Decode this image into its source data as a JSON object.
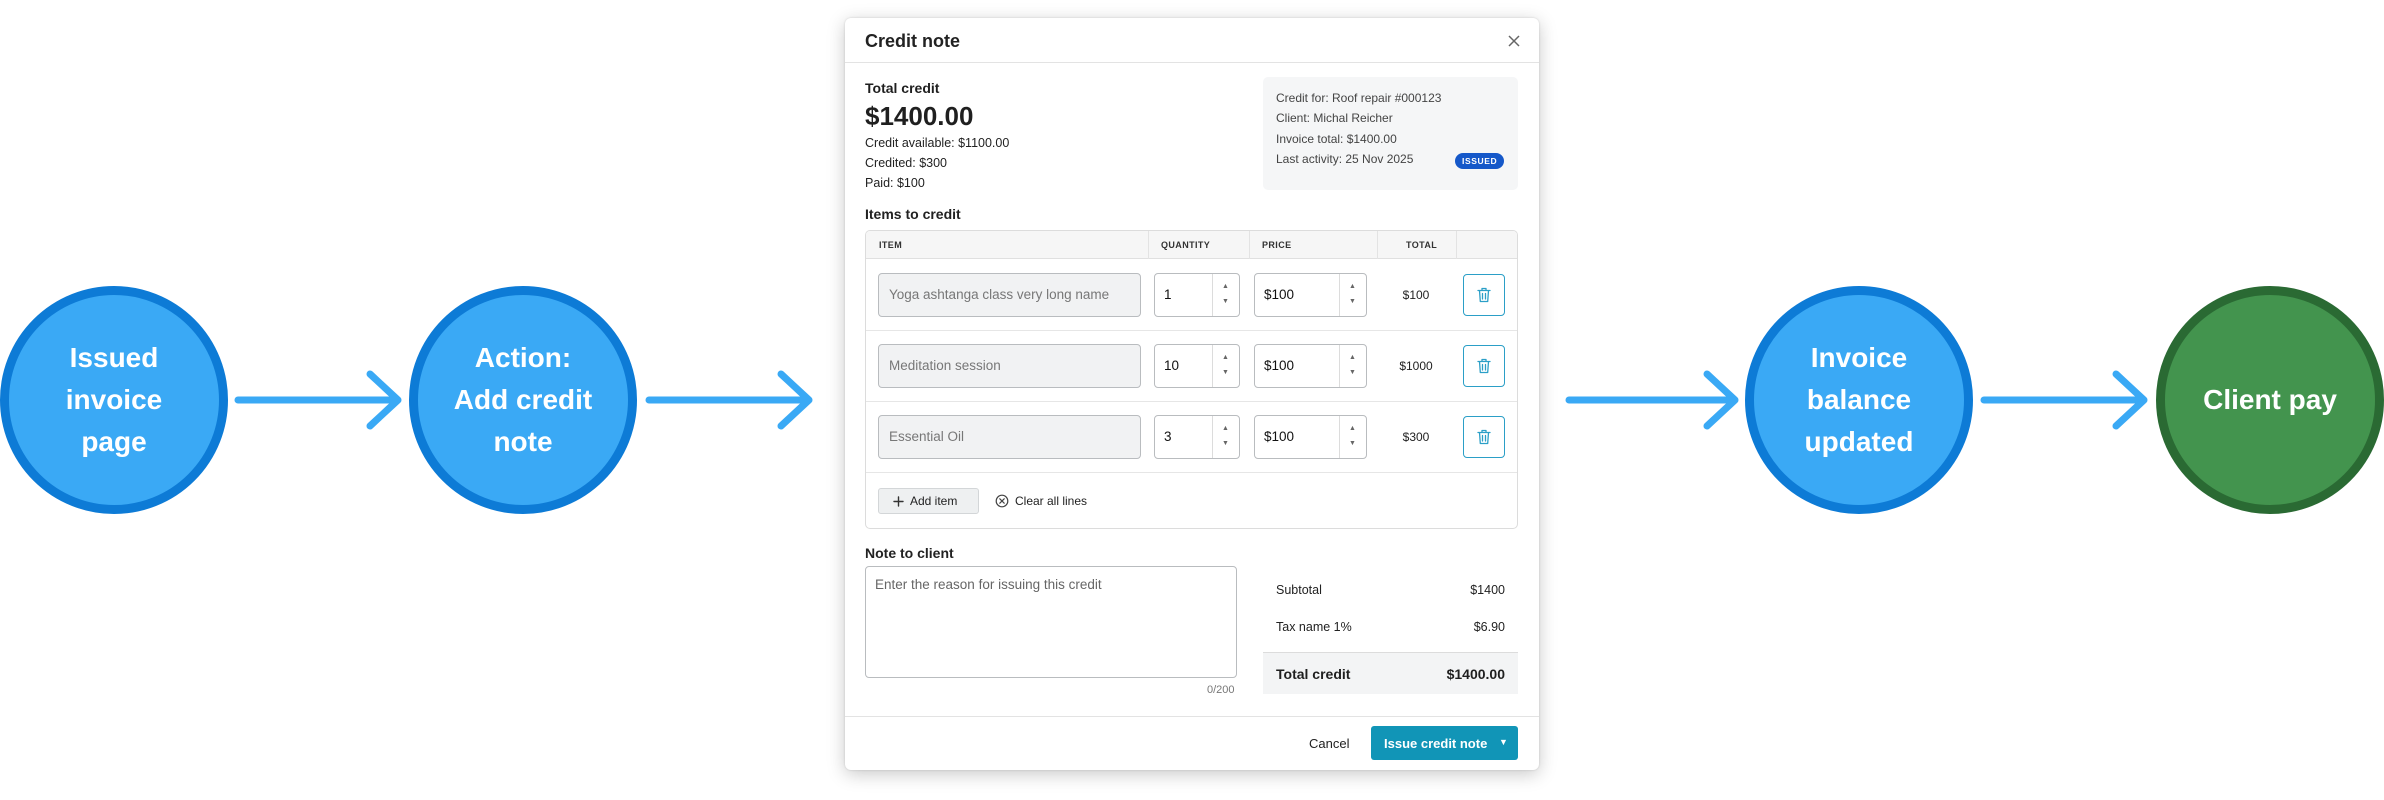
{
  "flow": {
    "step1": "Issued\ninvoice\npage",
    "step2": "Action:\nAdd credit\nnote",
    "step3": "Invoice\nbalance\nupdated",
    "step4": "Client pay"
  },
  "modal": {
    "title": "Credit note",
    "total_credit_label": "Total credit",
    "total_credit_amount": "$1400.00",
    "credit_available": "Credit available: $1100.00",
    "credited": "Credited: $300",
    "paid": "Paid: $100",
    "info": {
      "credit_for": "Credit for: Roof repair  #000123",
      "client": "Client: Michal Reicher",
      "invoice_total": "Invoice total: $1400.00",
      "last_activity": "Last activity: 25 Nov 2025",
      "status_badge": "ISSUED"
    },
    "items_title": "Items to credit",
    "columns": [
      "ITEM",
      "QUANTITY",
      "PRICE",
      "TOTAL"
    ],
    "items": [
      {
        "name": "Yoga ashtanga class very long name",
        "quantity": "1",
        "price": "$100",
        "total": "$100"
      },
      {
        "name": "Meditation session",
        "quantity": "10",
        "price": "$100",
        "total": "$1000"
      },
      {
        "name": "Essential Oil",
        "quantity": "3",
        "price": "$100",
        "total": "$300"
      }
    ],
    "add_item_label": "Add item",
    "clear_lines_label": "Clear all lines",
    "note_title": "Note to client",
    "note_placeholder": "Enter the reason for issuing this credit",
    "char_count": "0/200",
    "summary": {
      "subtotal_label": "Subtotal",
      "subtotal_value": "$1400",
      "tax_label": "Tax name 1%",
      "tax_value": "$6.90",
      "total_label": "Total credit",
      "total_value": "$1400.00"
    },
    "cancel_label": "Cancel",
    "issue_label": "Issue credit note"
  },
  "colors": {
    "flow_blue": "#3aa9f5",
    "flow_blue_border": "#0d7bd6",
    "flow_green": "#43944e",
    "accent_teal": "#1195b7",
    "badge_blue": "#1558c9"
  }
}
